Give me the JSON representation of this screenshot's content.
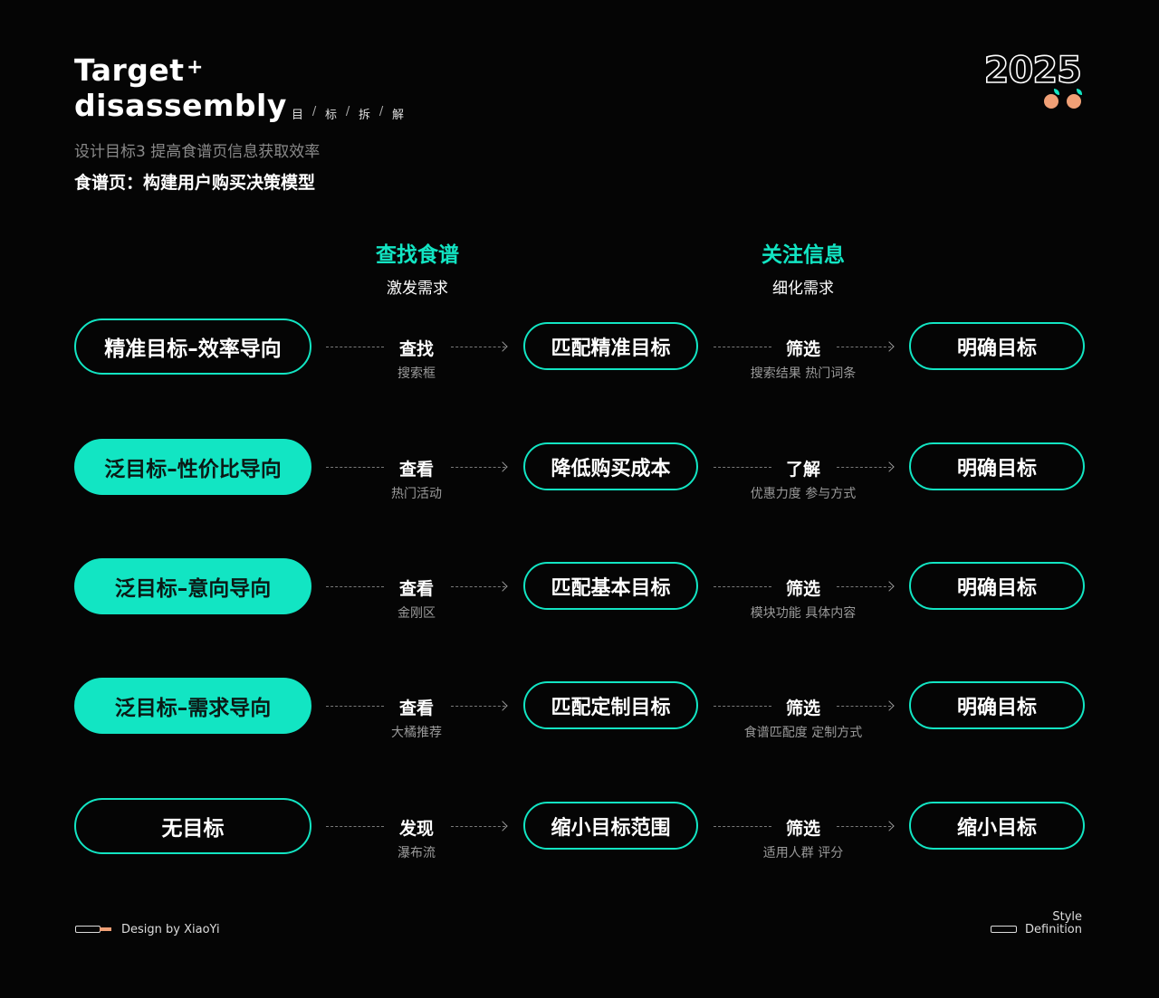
{
  "header": {
    "title_line1": "Target",
    "title_line2": "disassembly",
    "plus": "+",
    "subtitle_cn": [
      "目",
      "/",
      "标",
      "/",
      "拆",
      "/",
      "解"
    ],
    "goal": "设计目标3  提高食谱页信息获取效率",
    "model": "食谱页：构建用户购买决策模型",
    "year": "2025"
  },
  "columns": [
    {
      "title": "查找食谱",
      "subtitle": "激发需求"
    },
    {
      "title": "关注信息",
      "subtitle": "细化需求"
    }
  ],
  "rows": [
    {
      "source": "精准目标–效率导向",
      "source_filled": false,
      "action1": "查找",
      "action1_sub": "搜索框",
      "middle": "匹配精准目标",
      "action2": "筛选",
      "action2_sub": "搜索结果   热门词条",
      "end": "明确目标"
    },
    {
      "source": "泛目标–性价比导向",
      "source_filled": true,
      "action1": "查看",
      "action1_sub": "热门活动",
      "middle": "降低购买成本",
      "action2": "了解",
      "action2_sub": "优惠力度   参与方式",
      "end": "明确目标"
    },
    {
      "source": "泛目标–意向导向",
      "source_filled": true,
      "action1": "查看",
      "action1_sub": "金刚区",
      "middle": "匹配基本目标",
      "action2": "筛选",
      "action2_sub": "模块功能   具体内容",
      "end": "明确目标"
    },
    {
      "source": "泛目标–需求导向",
      "source_filled": true,
      "action1": "查看",
      "action1_sub": "大橘推荐",
      "middle": "匹配定制目标",
      "action2": "筛选",
      "action2_sub": "食谱匹配度   定制方式",
      "end": "明确目标"
    },
    {
      "source": "无目标",
      "source_filled": false,
      "action1": "发现",
      "action1_sub": "瀑布流",
      "middle": "缩小目标范围",
      "action2": "筛选",
      "action2_sub": "适用人群   评分",
      "end": "缩小目标"
    }
  ],
  "footer": {
    "credit": "Design by XiaoYi",
    "style_line1": "Style",
    "style_line2": "Definition"
  },
  "colors": {
    "accent": "#12e5c3",
    "background": "#050505",
    "orange": "#f0a076"
  }
}
